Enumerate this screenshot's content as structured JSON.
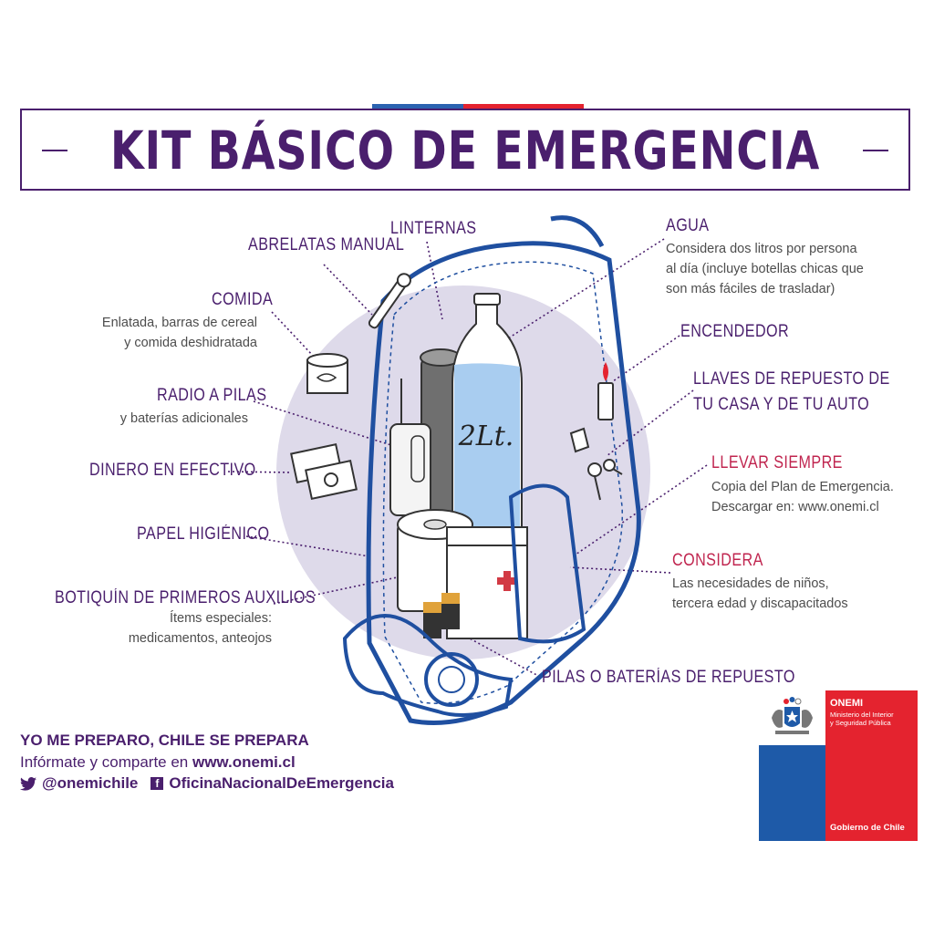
{
  "title": "KIT BÁSICO DE EMERGENCIA",
  "colors": {
    "purple": "#4a1f6d",
    "red_label": "#c0254f",
    "flag_blue": "#2b63b0",
    "flag_red": "#e4232f",
    "backpack_blue": "#1f4fa0",
    "circle_lavender": "#dedaea",
    "water_blue": "#a9cdf0"
  },
  "items": {
    "abrelatas": {
      "label": "ABRELATAS MANUAL"
    },
    "linternas": {
      "label": "LINTERNAS"
    },
    "comida": {
      "label": "COMIDA",
      "desc": "Enlatada, barras de cereal\ny comida deshidratada"
    },
    "radio": {
      "label": "RADIO A PILAS",
      "desc": "y baterías adicionales"
    },
    "dinero": {
      "label": "DINERO EN EFECTIVO"
    },
    "papel": {
      "label": "PAPEL HIGIÉNICO"
    },
    "botiquin": {
      "label": "BOTIQUÍN DE PRIMEROS AUXILIOS",
      "desc": "Ítems especiales:\nmedicamentos, anteojos"
    },
    "agua": {
      "label": "AGUA",
      "desc": "Considera dos litros por persona\nal día (incluye botellas chicas que\nson más fáciles de trasladar)"
    },
    "encendedor": {
      "label": "ENCENDEDOR"
    },
    "llaves": {
      "label_line1": "LLAVES DE REPUESTO DE",
      "label_line2": "TU CASA Y DE TU AUTO"
    },
    "llevar": {
      "label": "LLEVAR SIEMPRE",
      "desc": "Copia del Plan de Emergencia.\nDescargar en: www.onemi.cl"
    },
    "considera": {
      "label": "CONSIDERA",
      "desc": "Las necesidades de niños,\ntercera edad y discapacitados"
    },
    "pilas": {
      "label": "PILAS O BATERÍAS DE REPUESTO"
    }
  },
  "bottle_text": "2Lt.",
  "footer": {
    "tagline": "YO ME PREPARO, CHILE SE PREPARA",
    "info_prefix": "Infórmate y comparte en ",
    "info_url": "www.onemi.cl",
    "twitter": "@onemichile",
    "facebook": "OficinaNacionalDeEmergencia"
  },
  "gov_logo": {
    "agency": "ONEMI",
    "ministry": "Ministerio del Interior\ny Seguridad Pública",
    "government": "Gobierno de Chile"
  }
}
